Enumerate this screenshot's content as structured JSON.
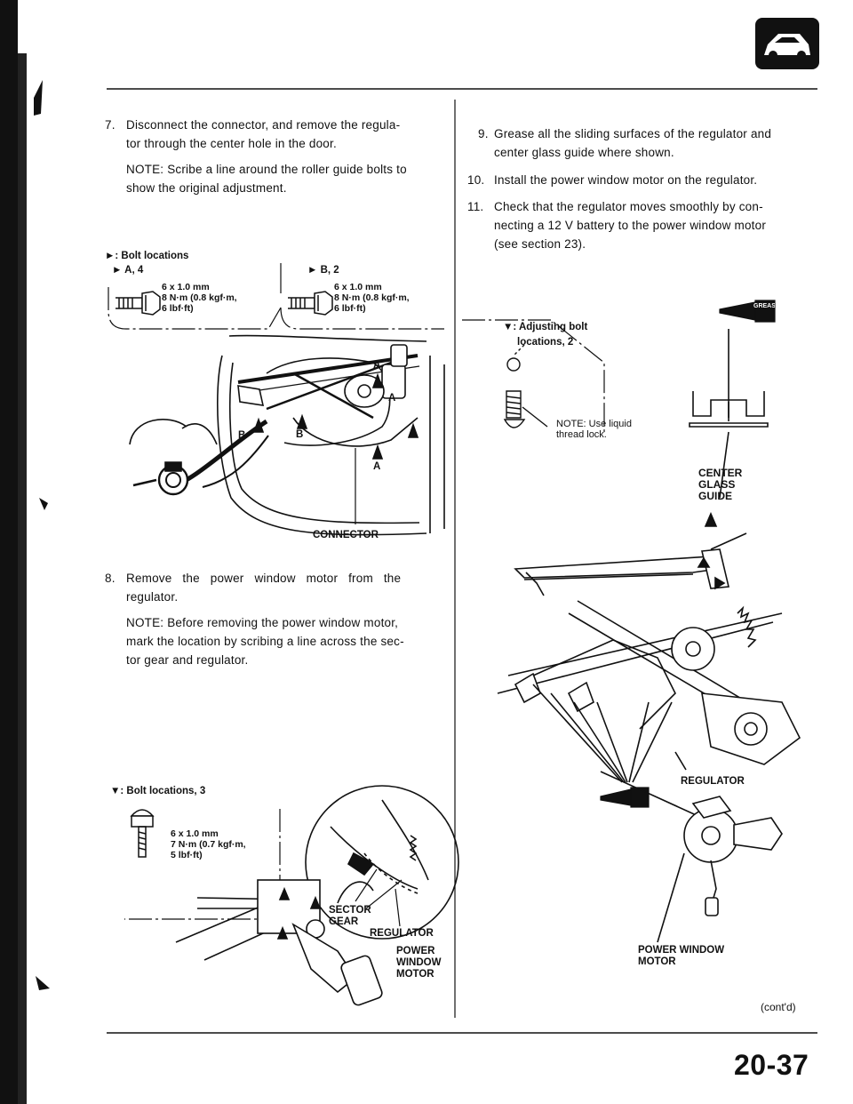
{
  "colors": {
    "ink": "#111111",
    "paper": "#ffffff"
  },
  "corner_icon": "car-section-icon",
  "left": {
    "step7": {
      "num": "7.",
      "line1": "Disconnect the connector, and remove the regula-",
      "line2": "tor through the center hole in the door.",
      "note1": "NOTE: Scribe a line around the roller guide bolts to",
      "note2": "show the original adjustment."
    },
    "bolt_legend": {
      "title": "►: Bolt locations",
      "a_label": "► A, 4",
      "a_l1": "6 x 1.0 mm",
      "a_l2": "8 N·m (0.8 kgf·m,",
      "a_l3": "6 lbf·ft)",
      "b_label": "► B, 2",
      "b_l1": "6 x 1.0 mm",
      "b_l2": "8 N·m (0.8 kgf·m,",
      "b_l3": "6 lbf·ft)"
    },
    "door_labels": {
      "a1": "A",
      "a2": "A",
      "a3": "A",
      "b1": "B",
      "b2": "B"
    },
    "connector": "CONNECTOR",
    "step8": {
      "num": "8.",
      "line1": "Remove the power window motor from the",
      "line2": "regulator.",
      "note1": "NOTE: Before removing the power window motor,",
      "note2": "mark the location by scribing a line across the sec-",
      "note3": "tor gear and regulator."
    },
    "bolt3": {
      "title": "▼: Bolt locations, 3",
      "l1": "6 x 1.0 mm",
      "l2": "7 N·m (0.7 kgf·m,",
      "l3": "5 lbf·ft)"
    },
    "sector_gear": [
      "SECTOR",
      "GEAR"
    ],
    "regulator": "REGULATOR",
    "power_window_motor": [
      "POWER",
      "WINDOW",
      "MOTOR"
    ]
  },
  "right": {
    "step9": {
      "num": "9.",
      "line1": "Grease all the sliding surfaces of the regulator and",
      "line2": "center glass guide where shown."
    },
    "step10": {
      "num": "10.",
      "line1": "Install the power window motor on the regulator."
    },
    "step11": {
      "num": "11.",
      "line1": "Check that the regulator moves smoothly by con-",
      "line2": "necting a 12 V battery to the power window motor",
      "line3": "(see section 23)."
    },
    "adjust": {
      "title": "▼: Adjusting bolt",
      "sub": "locations, 2",
      "note1": "NOTE: Use liquid",
      "note2": "thread lock."
    },
    "grease_label": "GREASE",
    "center_glass_guide": [
      "CENTER",
      "GLASS",
      "GUIDE"
    ],
    "regulator": "REGULATOR",
    "power_window_motor": [
      "POWER WINDOW",
      "MOTOR"
    ],
    "contd": "(cont'd)"
  },
  "page_number": "20-37"
}
